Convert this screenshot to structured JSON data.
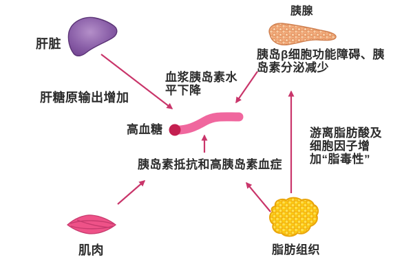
{
  "figure": {
    "nodes": {
      "liver_label": "肝脏",
      "pancreas_label": "胰腺",
      "muscle_label": "肌肉",
      "adipose_label": "脂肪组织",
      "hyperglycemia_label": "高血糖"
    },
    "annotations": {
      "hepatic_output": "肝糖原输出增加",
      "plasma_insulin": [
        "血浆胰岛素水",
        "平下降"
      ],
      "beta_cell": [
        "胰岛β细胞功能障碍、胰",
        "岛素分泌减少"
      ],
      "insulin_resistance": "胰岛素抵抗和高胰岛素血症",
      "lipotoxicity": [
        "游离脂肪酸及",
        "细胞因子增",
        "加“脂毒性”"
      ]
    },
    "colors": {
      "background": "#ffffff",
      "text": "#2b2b2b",
      "arrow": "#c9356a",
      "liver": "#8a5fa8",
      "liver_outline": "#5a3375",
      "pancreas_outline": "#cf7f4f",
      "muscle": "#ee5288",
      "muscle_fiber": "#c73a6e",
      "adipose_outline": "#e9a50b",
      "band": "#f0679e",
      "band_dot": "#c41f50"
    }
  }
}
